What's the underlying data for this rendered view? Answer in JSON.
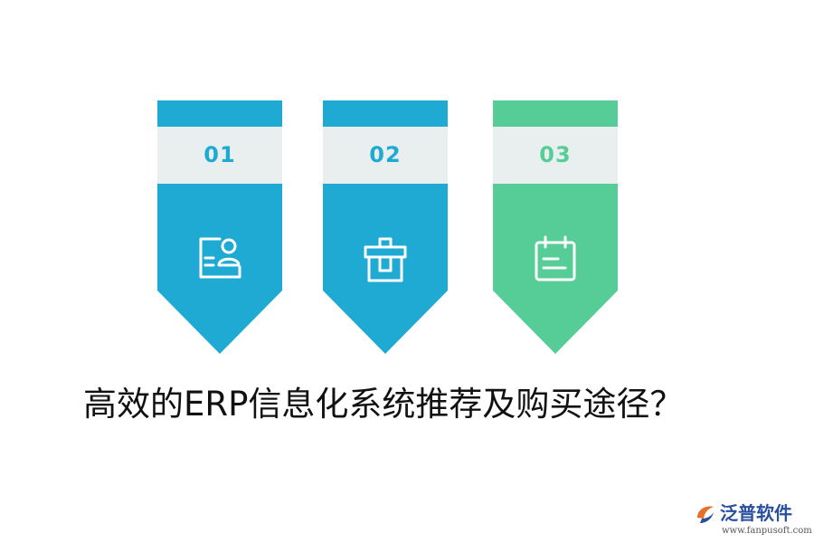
{
  "steps": [
    {
      "number": "01",
      "icon": "id-card-user-icon",
      "color": "#1eaad3",
      "number_color": "#1eaad3"
    },
    {
      "number": "02",
      "icon": "gift-box-icon",
      "color": "#1eaad3",
      "number_color": "#1eaad3"
    },
    {
      "number": "03",
      "icon": "calendar-icon",
      "color": "#56cc96",
      "number_color": "#56cc96"
    }
  ],
  "band_color": "#e9efee",
  "headline": "高效的ERP信息化系统推荐及购买途径？",
  "logo": {
    "brand": "泛普软件",
    "url": "www.fanpusoft.com",
    "brand_color": "#2a4fa0",
    "accent_colors": [
      "#e8702a",
      "#2a4fa0"
    ]
  }
}
